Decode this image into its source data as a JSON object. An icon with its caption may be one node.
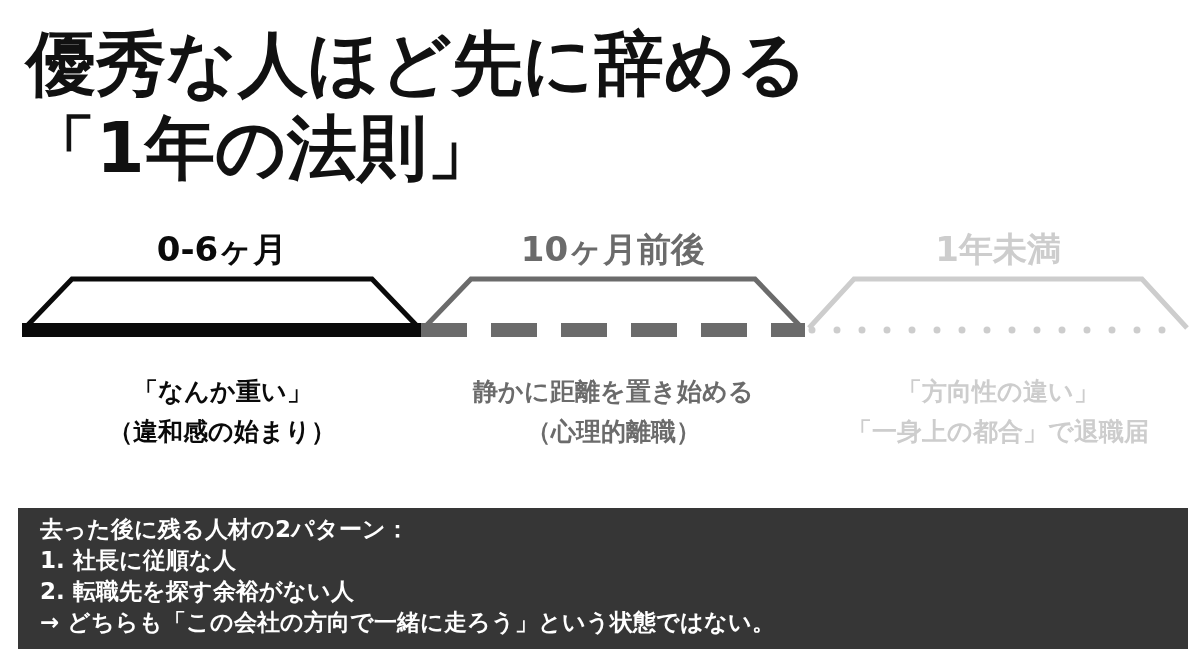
{
  "diagram": {
    "title": "優秀な人ほど先に辞める「1年の法則」",
    "nodes": [
      {
        "text": [
          "0-6ヶ月"
        ],
        "beside": [
          "「なんか重い」（違和感の始まり）"
        ]
      },
      {
        "text": [
          "10ヶ月前後"
        ],
        "beside": [
          "静かに距離を置き始める（心理的離職）"
        ]
      },
      {
        "text": [
          "1年未満"
        ],
        "beside": [
          "「方向性の違い」「一身上の都合」で退職届"
        ]
      },
      {
        "text": [
          "去った後に残る人材の2パターン：",
          "1. 社長に従順な人",
          "2. 転職先を探す余裕がない人",
          "→ どちらも「この会社の方向で一緒に走ろう」という状態ではない。"
        ]
      }
    ]
  }
}
